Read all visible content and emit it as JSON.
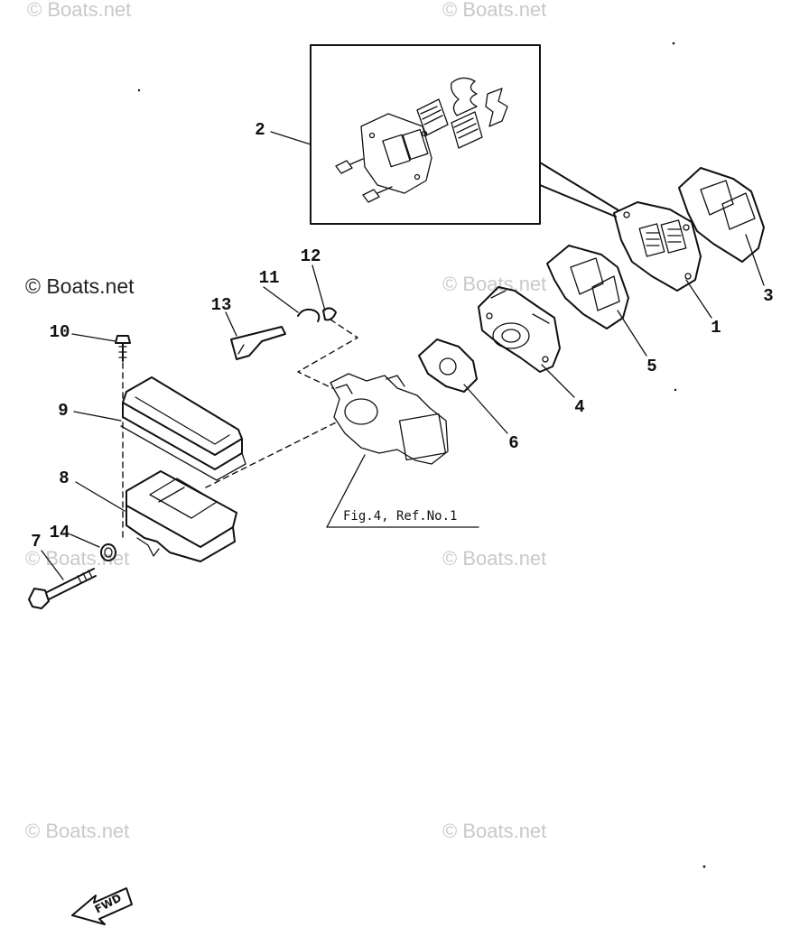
{
  "watermarks": [
    {
      "id": "wm-top-left",
      "text": "© Boats.net"
    },
    {
      "id": "wm-top-right",
      "text": "© Boats.net"
    },
    {
      "id": "wm-mid-left",
      "text": "© Boats.net"
    },
    {
      "id": "wm-mid-center",
      "text": "© Boats.net"
    },
    {
      "id": "wm-low-left",
      "text": "© Boats.net"
    },
    {
      "id": "wm-low-center",
      "text": "© Boats.net"
    },
    {
      "id": "wm-bottom-left",
      "text": "© Boats.net"
    },
    {
      "id": "wm-bottom-right",
      "text": "© Boats.net"
    }
  ],
  "callouts": [
    "2",
    "12",
    "11",
    "13",
    "10",
    "9",
    "8",
    "14",
    "7",
    "3",
    "1",
    "5",
    "4",
    "6"
  ],
  "reference_label": "Fig.4, Ref.No.1",
  "fwd_label": "FWD"
}
